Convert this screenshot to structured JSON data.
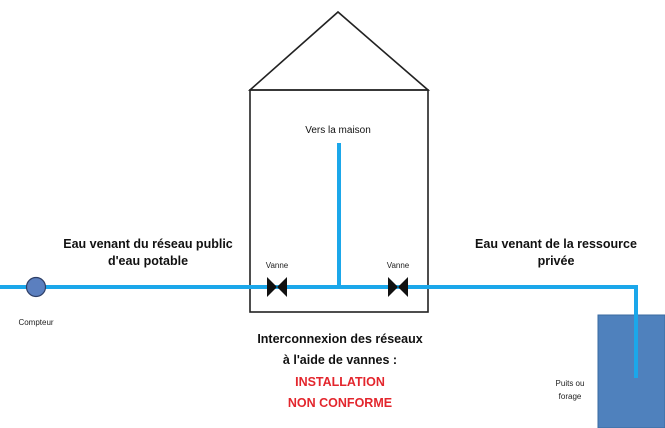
{
  "labels": {
    "house": "Vers la maison",
    "public_1": "Eau venant  du réseau public",
    "public_2": "d'eau potable",
    "private_1": "Eau venant  de la ressource",
    "private_2": "privée",
    "valve_left": "Vanne",
    "valve_right": "Vanne",
    "meter": "Compteur",
    "well_1": "Puits ou",
    "well_2": "forage",
    "caption_1": "Interconnexion des réseaux",
    "caption_2": "à l'aide de vannes :",
    "warning_1": "INSTALLATION",
    "warning_2": "NON CONFORME"
  },
  "colors": {
    "pipe": "#1ba7ea",
    "meter": "#5b7fbf",
    "well": "#4f81bd",
    "warning": "#e3262d",
    "outline": "#222222"
  }
}
